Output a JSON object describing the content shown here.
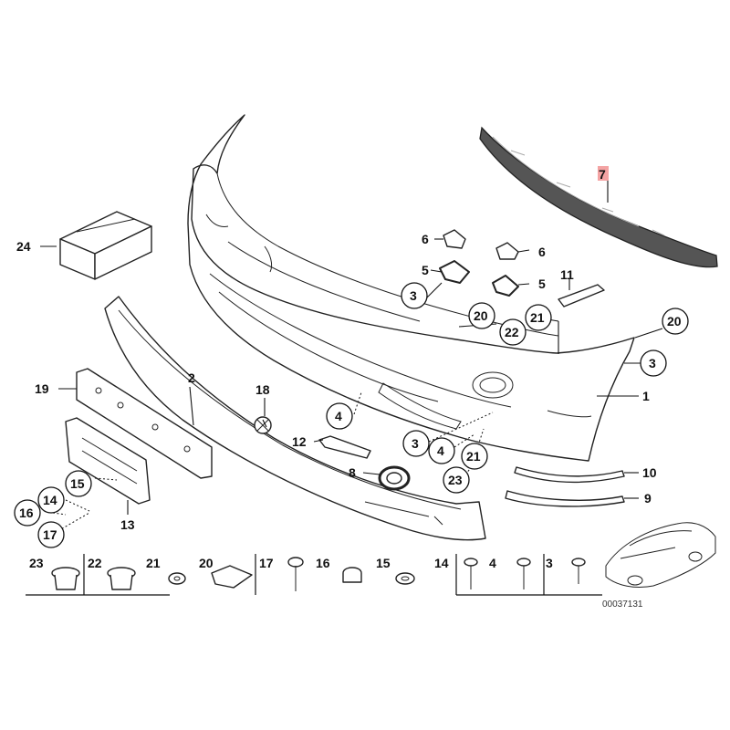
{
  "labels": {
    "l1": "1",
    "l2": "2",
    "l3a": "3",
    "l3b": "3",
    "l3c": "3",
    "l3d": "3",
    "l4a": "4",
    "l4b": "4",
    "l4c": "4",
    "l5a": "5",
    "l5b": "5",
    "l6a": "6",
    "l6b": "6",
    "l7": "7",
    "l8": "8",
    "l9": "9",
    "l10": "10",
    "l11": "11",
    "l12": "12",
    "l13": "13",
    "l14a": "14",
    "l14b": "14",
    "l15a": "15",
    "l15b": "15",
    "l16a": "16",
    "l16b": "16",
    "l17a": "17",
    "l17b": "17",
    "l18": "18",
    "l19": "19",
    "l20a": "20",
    "l20b": "20",
    "l20c": "20",
    "l21a": "21",
    "l21b": "21",
    "l21c": "21",
    "l22a": "22",
    "l22b": "22",
    "l23a": "23",
    "l23b": "23",
    "l24": "24"
  },
  "highlight_color": "#f4a3a3",
  "diagram_id": "00037131"
}
